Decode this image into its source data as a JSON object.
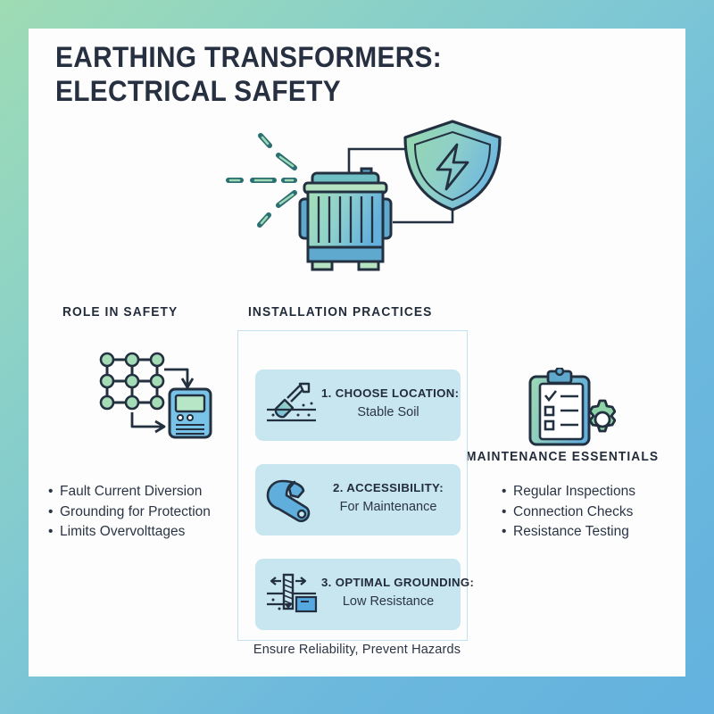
{
  "theme": {
    "frame_gradient_start": "#9fdcb4",
    "frame_gradient_end": "#63b2df",
    "canvas_bg": "#fdfdfd",
    "card_bg": "#c7e6ef",
    "panel_border": "#c2e2ee",
    "ink": "#232c3a",
    "accent_green": "#8fd3a8",
    "accent_blue": "#5fa8d8",
    "outline": "#233040"
  },
  "title": {
    "line1": "Earthing Transformers:",
    "line2": "Electrical Safety"
  },
  "hero": {
    "transformer_label": "transformer",
    "shield_label": "shield",
    "bolt_label": "lightning-bolt"
  },
  "left": {
    "heading": "Role in Safety",
    "icon": "grid-to-meter-icon",
    "bullets": [
      "Fault Current Diversion",
      "Grounding for Protection",
      "Limits Overvolttages"
    ]
  },
  "center": {
    "heading": "Installation Practices",
    "cards": [
      {
        "title": "1. Choose Location:",
        "subtitle": "Stable Soil",
        "icon": "shovel-icon"
      },
      {
        "title": "2. Accessibility:",
        "subtitle": "For Maintenance",
        "icon": "wrench-icon"
      },
      {
        "title": "3. Optimal Grounding:",
        "subtitle": "Low Resistance",
        "icon": "ground-rod-icon"
      }
    ]
  },
  "right": {
    "heading": "Maintenance Essentials",
    "icon": "clipboard-gear-icon",
    "bullets": [
      "Regular Inspections",
      "Connection Checks",
      "Resistance Testing"
    ]
  },
  "footer": {
    "text": "Ensure Reliability, Prevent Hazards"
  }
}
